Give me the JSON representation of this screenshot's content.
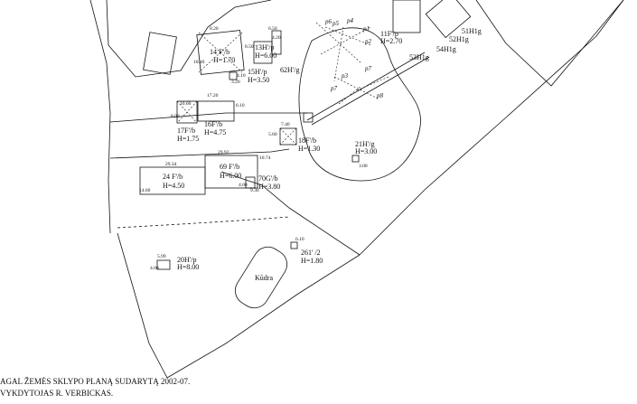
{
  "buildings": [
    {
      "id": "b14",
      "label": "14 F'/b",
      "height": "H=1.70"
    },
    {
      "id": "b13",
      "label": "13H'/p",
      "height": "H=6.00"
    },
    {
      "id": "b15",
      "label": "15H'/p",
      "height": "H=3.50"
    },
    {
      "id": "b62",
      "label": "62H'/g"
    },
    {
      "id": "b17",
      "label": "17F'/b",
      "height": "H=1.75"
    },
    {
      "id": "b16",
      "label": "16F'/b",
      "height": "H=4.75"
    },
    {
      "id": "b18",
      "label": "18F'/b",
      "height": "H=1.30"
    },
    {
      "id": "b24",
      "label": "24 F'/b",
      "height": "H=4.50"
    },
    {
      "id": "b69",
      "label": "69 F'/b",
      "height": "H=6.00"
    },
    {
      "id": "b70",
      "label": "70G'/b",
      "height": "H=3.80"
    },
    {
      "id": "b21",
      "label": "21H'/g",
      "height": "H=3.00"
    },
    {
      "id": "b11",
      "label": "11F'/p",
      "height": "H=2.70"
    },
    {
      "id": "b51",
      "label": "51H1g"
    },
    {
      "id": "b52",
      "label": "52H1g"
    },
    {
      "id": "b54",
      "label": "54H1g"
    },
    {
      "id": "b53",
      "label": "53H1g"
    },
    {
      "id": "b20",
      "label": "20H'/p",
      "height": "H=8.00"
    },
    {
      "id": "b261",
      "label": "261' /2",
      "height": "H=1.80"
    }
  ],
  "pool_label": "Kūdra",
  "points": [
    "p1",
    "p2",
    "p3",
    "p4",
    "p5",
    "p6",
    "p7",
    "p7",
    "p8"
  ],
  "dimensions": [
    "8.20",
    "10.40",
    "8.50",
    "4.20",
    "6.50",
    "3.20",
    "4.10",
    "10.60",
    "17.20",
    "8.00",
    "6.10",
    "7.40",
    "5.60",
    "29.34",
    "29.92",
    "10.74",
    "14.60",
    "4.00",
    "9.30",
    "3.00",
    "5.99",
    "4.00",
    "6.10"
  ],
  "footer": {
    "line1": "AGAL ŽEMĖS SKLYPO PLANĄ SUDARYTĄ 2002-07.",
    "line2": "VYKDYTOJAS  R. VERBICKAS."
  }
}
